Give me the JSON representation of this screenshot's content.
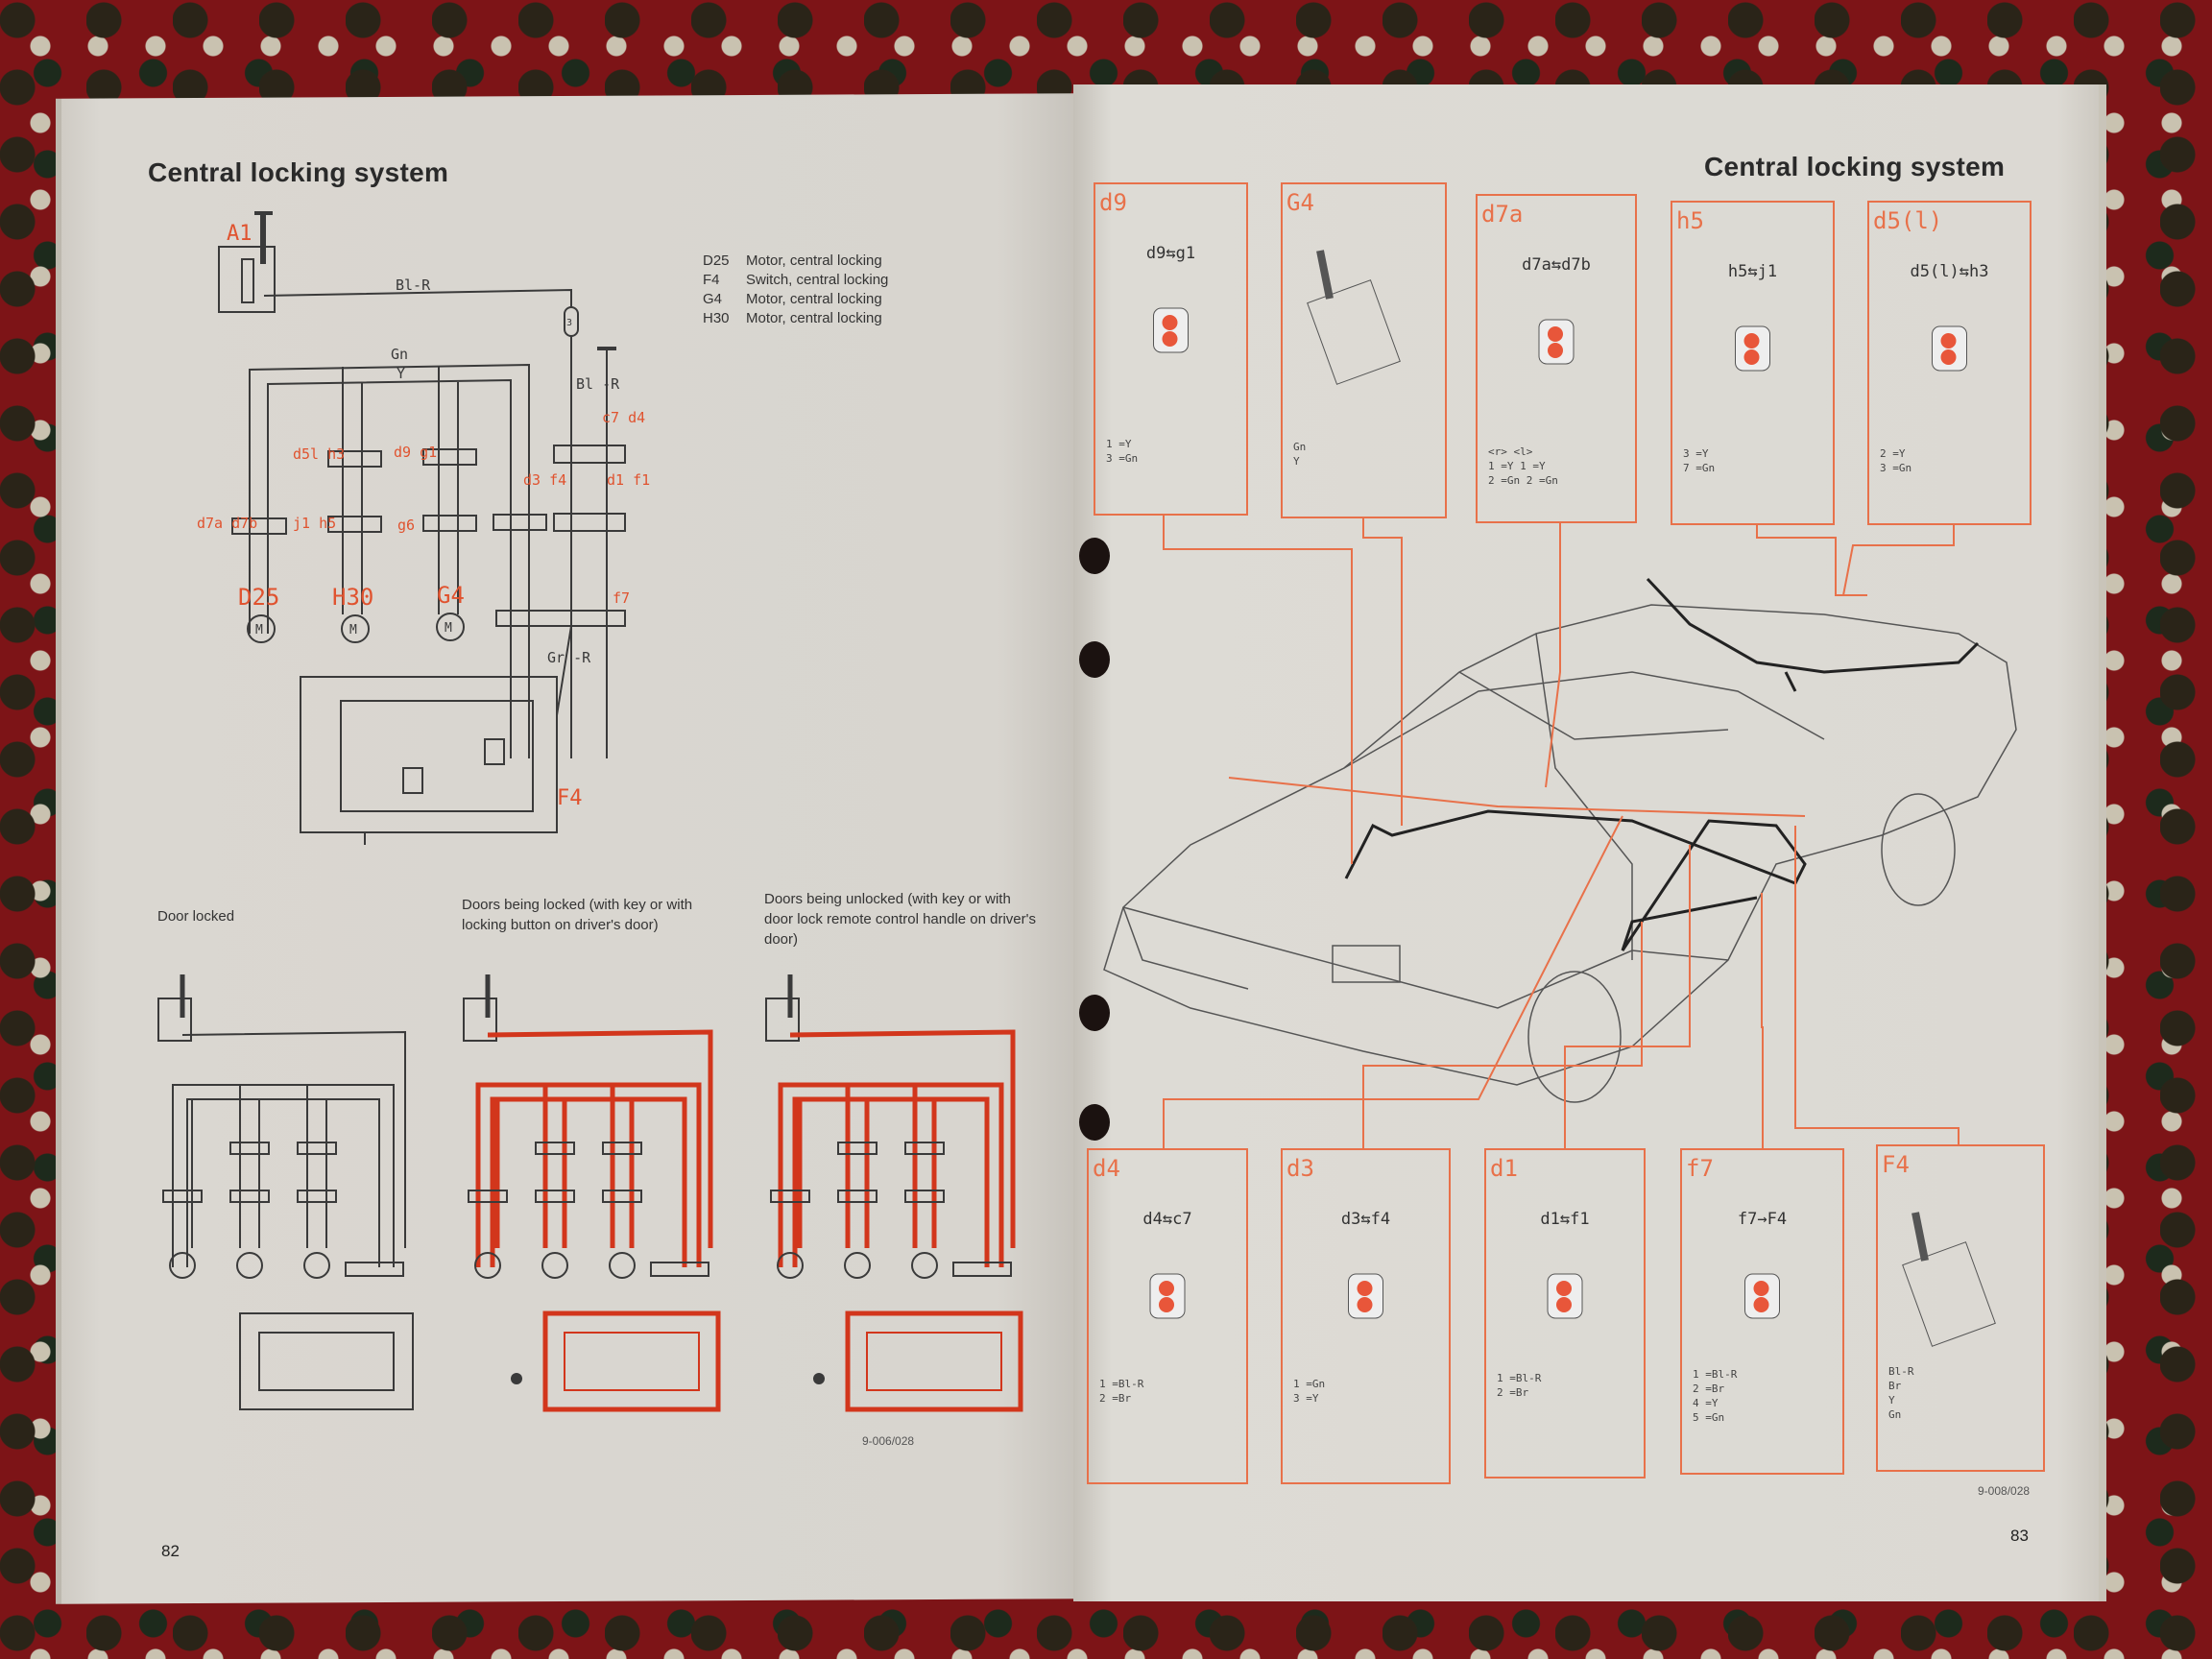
{
  "left_page": {
    "title": "Central locking system",
    "page_number": "82",
    "reference": "9-006/028",
    "legend": [
      {
        "code": "D25",
        "text": "Motor, central locking"
      },
      {
        "code": "F4",
        "text": "Switch, central locking"
      },
      {
        "code": "G4",
        "text": "Motor, central locking"
      },
      {
        "code": "H30",
        "text": "Motor, central locking"
      }
    ],
    "schematic": {
      "battery": "A1",
      "wire_blr": "Bl-R",
      "wire_gn": "Gn",
      "wire_y": "Y",
      "wire_blr2": "Bl -R",
      "wire_grr": "Gr -R",
      "fuse": "3",
      "conn_c7d4": "c7 d4",
      "conn_d5lh3": "d5l h3",
      "conn_d9g1": "d9 g1",
      "conn_d3f4": "d3 f4",
      "conn_d1f1": "d1 f1",
      "conn_d7ad7b": "d7a d7b",
      "conn_j1h5": "j1 h5",
      "conn_g6": "g6",
      "conn_f7": "f7",
      "motor_d25": "D25",
      "motor_h30": "H30",
      "motor_g4": "G4",
      "motor_symbol": "M",
      "switch_f4": "F4"
    },
    "captions": [
      "Door locked",
      "Doors being locked (with key or with locking button on driver's door)",
      "Doors being unlocked (with key or with door lock remote control handle on driver's door)"
    ]
  },
  "right_page": {
    "title": "Central locking system",
    "page_number": "83",
    "reference": "9-008/028",
    "top_boxes": [
      {
        "id": "d9",
        "pair": "d9⇆g1",
        "pins": [
          "1 =Y",
          "3 =Gn"
        ]
      },
      {
        "id": "G4",
        "pair": "",
        "pins": [
          "Gn",
          "Y"
        ]
      },
      {
        "id": "d7a",
        "pair": "d7a⇆d7b",
        "pins": [
          "<r>  <l>",
          "1 =Y  1 =Y",
          "2 =Gn  2 =Gn"
        ]
      },
      {
        "id": "h5",
        "pair": "h5⇆j1",
        "pins": [
          "3 =Y",
          "7 =Gn"
        ]
      },
      {
        "id": "d5(l)",
        "pair": "d5(l)⇆h3",
        "pins": [
          "2 =Y",
          "3 =Gn"
        ]
      }
    ],
    "bottom_boxes": [
      {
        "id": "d4",
        "pair": "d4⇆c7",
        "pins": [
          "1 =Bl-R",
          "2 =Br"
        ]
      },
      {
        "id": "d3",
        "pair": "d3⇆f4",
        "pins": [
          "1 =Gn",
          "3 =Y"
        ]
      },
      {
        "id": "d1",
        "pair": "d1⇆f1",
        "pins": [
          "1 =Bl-R",
          "2 =Br"
        ]
      },
      {
        "id": "f7",
        "pair": "f7→F4",
        "pins": [
          "1 =Bl-R",
          "2 =Br",
          "4 =Y",
          "5 =Gn"
        ]
      },
      {
        "id": "F4",
        "pair": "",
        "pins": [
          "Bl-R",
          "Br",
          "Y",
          "Gn"
        ]
      }
    ]
  },
  "colors": {
    "ink": "#3a3a3a",
    "red": "#e0532f",
    "orange_box": "#e8714a",
    "wire_red": "#d2361c"
  }
}
